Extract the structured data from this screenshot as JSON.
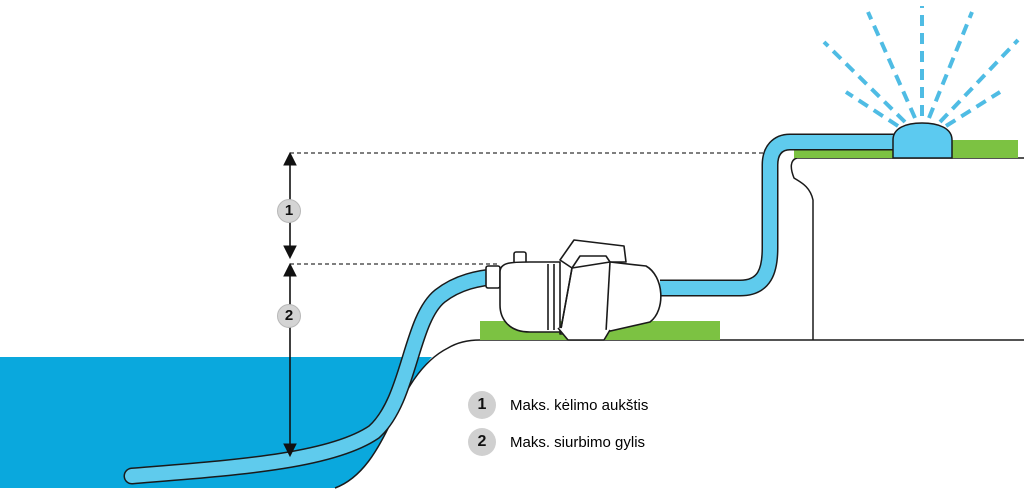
{
  "legend": [
    {
      "number": "1",
      "label": "Maks. kėlimo aukštis"
    },
    {
      "number": "2",
      "label": "Maks. siurbimo gylis"
    }
  ],
  "colors": {
    "water": "#0aa8dd",
    "hose": "#5fcbed",
    "grass": "#7cc242",
    "sprinkler": "#5ccaf0",
    "spray": "#4fbce4",
    "marker": "#d4d4d4",
    "outline": "#1a1a1a"
  },
  "icons": [
    "sprinkler-icon",
    "pump-icon",
    "double-arrow-icon"
  ]
}
